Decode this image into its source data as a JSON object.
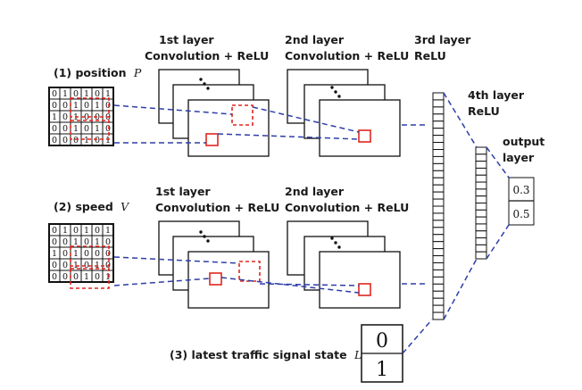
{
  "branch1": {
    "input_label": "(1) position",
    "input_symbol": "P",
    "layer1_line1": "1st layer",
    "layer1_line2": "Convolution + ReLU",
    "layer2_line1": "2nd layer",
    "layer2_line2": "Convolution + ReLU",
    "matrix": [
      [
        "0",
        "1",
        "0",
        "1",
        "0",
        "1"
      ],
      [
        "0",
        "0",
        "1",
        "0",
        "1",
        "0"
      ],
      [
        "1",
        "0",
        "1",
        "0",
        "0",
        "0"
      ],
      [
        "0",
        "0",
        "1",
        "0",
        "1",
        "0"
      ],
      [
        "0",
        "0",
        "0",
        "1",
        "0",
        "1"
      ]
    ]
  },
  "branch2": {
    "input_label": "(2) speed",
    "input_symbol": "V",
    "layer1_line1": "1st layer",
    "layer1_line2": "Convolution + ReLU",
    "layer2_line1": "2nd layer",
    "layer2_line2": "Convolution + ReLU",
    "matrix": [
      [
        "0",
        "1",
        "0",
        "1",
        "0",
        "1"
      ],
      [
        "0",
        "0",
        "1",
        "0",
        "1",
        "0"
      ],
      [
        "1",
        "0",
        "1",
        "0",
        "0",
        "0"
      ],
      [
        "0",
        "0",
        "1",
        "0",
        "1",
        "0"
      ],
      [
        "0",
        "0",
        "0",
        "1",
        "0",
        "1"
      ]
    ]
  },
  "layer3": {
    "line1": "3rd layer",
    "line2": "ReLU"
  },
  "layer4": {
    "line1": "4th layer",
    "line2": "ReLU"
  },
  "output": {
    "line1": "output",
    "line2": "layer",
    "values": [
      "0.3",
      "0.5"
    ]
  },
  "signal": {
    "label": "(3) latest traffic signal state",
    "symbol": "L",
    "values": [
      "0",
      "1"
    ]
  },
  "colors": {
    "highlight": "#e0261f",
    "connection": "#2d3ea8",
    "line": "#111111"
  }
}
